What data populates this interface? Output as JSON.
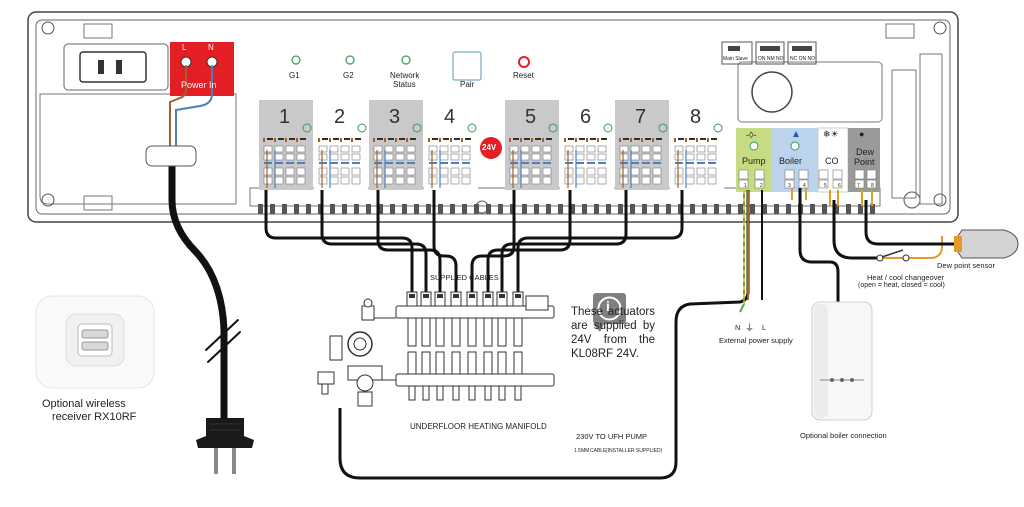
{
  "controller": {
    "power": {
      "l": "L",
      "n": "N",
      "label": "Power In"
    },
    "leds": {
      "g1": "G1",
      "g2": "G2",
      "network_1": "Network",
      "network_2": "Status",
      "pair": "Pair",
      "reset": "Reset"
    },
    "zones": [
      "1",
      "2",
      "3",
      "4",
      "5",
      "6",
      "7",
      "8"
    ],
    "voltage_badge": "24V",
    "outputs": {
      "pump": "Pump",
      "boiler": "Boiler",
      "co": "CO",
      "dew_1": "Dew",
      "dew_2": "Point",
      "pump_term_1": "1",
      "pump_term_2": "2",
      "boiler_term_3": "3",
      "boiler_term_4": "4",
      "co_term_5": "5",
      "co_term_6": "6",
      "dew_term_7": "7",
      "dew_term_8": "8"
    },
    "top_switches": [
      "Main Slave",
      "ON NM NO",
      "NC ON NO"
    ]
  },
  "labels": {
    "supplied_cables": "SUPPLIED CABLES",
    "manifold": "UNDERFLOOR HEATING MANIFOLD",
    "pump_230": "230V TO UFH PUMP",
    "cable_spec_1": "1.5MM",
    "cable_spec_2": "CABLE",
    "cable_spec_3": "(INSTALLER SUPPLIED)",
    "info_icon": "i",
    "info_text": "These actuators are supplied by 24V from the KL08RF 24V.",
    "ext_power": "External power supply",
    "ext_n": "N",
    "ext_l": "L",
    "changeover_1": "Heat / cool changeover",
    "changeover_2": "(open = heat, closed = cool)",
    "dew_sensor": "Dew point sensor",
    "boiler_conn": "Optional boiler connection",
    "receiver_1": "Optional wireless",
    "receiver_2": "receiver RX10RF"
  },
  "colors": {
    "power_red": "#e31e24",
    "zone_grey": "#c9c9cb",
    "pump_green": "#c5dc83",
    "boiler_blue": "#bcd3ec",
    "dew_grey": "#9a9a9a",
    "wire_black": "#111111",
    "wire_brown": "#a0612f",
    "wire_blue": "#4a7fc1",
    "wire_orange": "#e59a2a"
  }
}
